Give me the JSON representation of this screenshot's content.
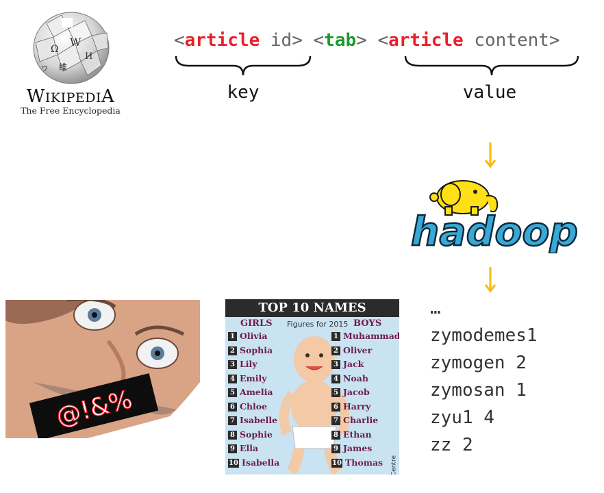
{
  "wikipedia": {
    "wordmark_W": "W",
    "wordmark_rest": "IKIPEDI",
    "wordmark_A": "A",
    "tagline": "The Free Encyclopedia"
  },
  "kv_format": {
    "lt1": "<",
    "article1": "article",
    "id_text": " id",
    "gt1": ">",
    "lt2": " <",
    "tab": "tab",
    "gt2": ">",
    "lt3": " <",
    "article2": "article",
    "content_text": " content",
    "gt3": ">",
    "key_label": "key",
    "value_label": "value"
  },
  "hadoop": {
    "logo_text": "hadoop"
  },
  "output_list": [
    "…",
    "zymodemes1",
    "zymogen 2",
    "zymosan 1",
    "zyu1  4",
    "zz 2"
  ],
  "angry_man": {
    "mouth_text": "@!&%"
  },
  "top_names": {
    "title": "TOP 10 NAMES",
    "girls_header": "GIRLS",
    "boys_header": "BOYS",
    "figures_label": "Figures for 2015",
    "source": "Source: BabyCentre",
    "girls": [
      "Olivia",
      "Sophia",
      "Lily",
      "Emily",
      "Amelia",
      "Chloe",
      "Isabelle",
      "Sophie",
      "Ella",
      "Isabella"
    ],
    "boys": [
      "Muhammad",
      "Oliver",
      "Jack",
      "Noah",
      "Jacob",
      "Harry",
      "Charlie",
      "Ethan",
      "James",
      "Thomas"
    ],
    "numbers": [
      "1",
      "2",
      "3",
      "4",
      "5",
      "6",
      "7",
      "8",
      "9",
      "10"
    ]
  },
  "colors": {
    "arrow": "#f5b90f",
    "red_keyword": "#e8202a",
    "green_keyword": "#1a9a2a",
    "hadoop_blue": "#3aa8d6"
  }
}
